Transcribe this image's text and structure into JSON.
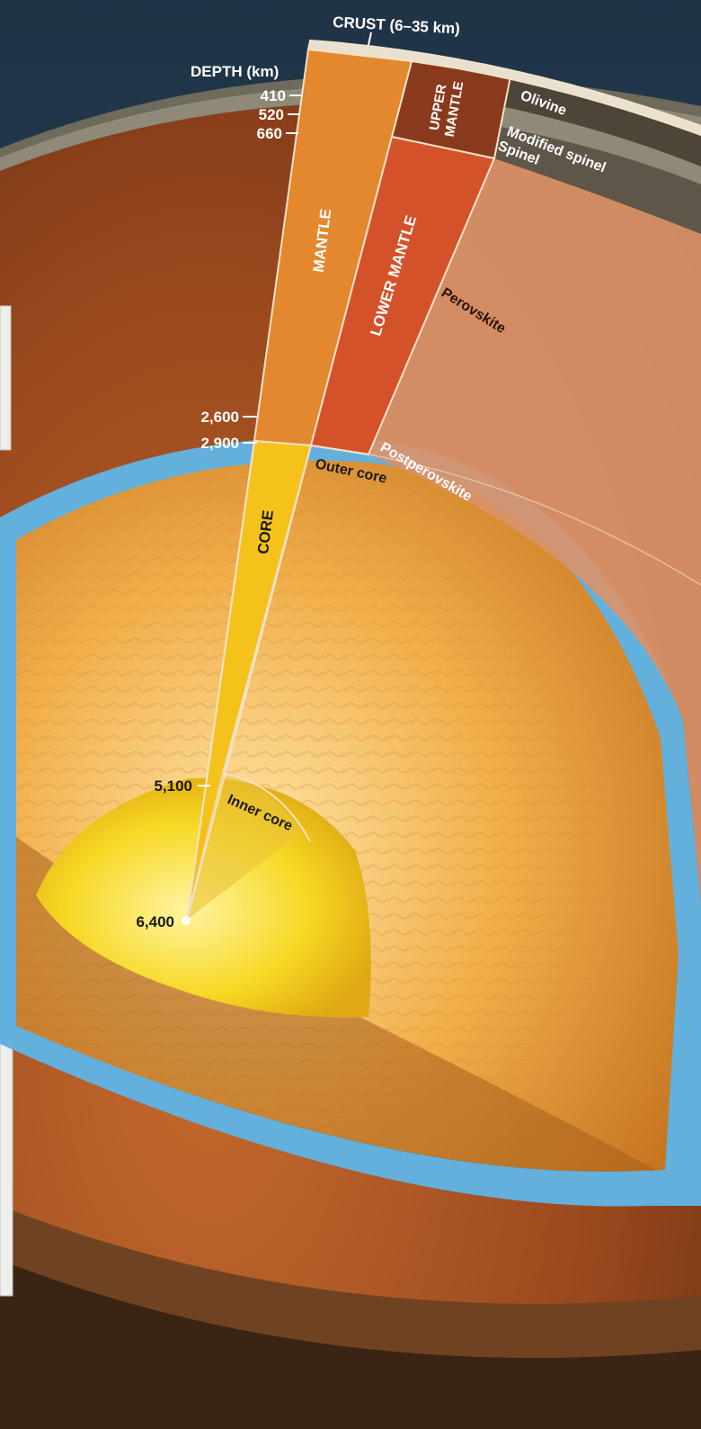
{
  "crust_label": "CRUST (6–35 km)",
  "depth_header": "DEPTH (km)",
  "depth_ticks": [
    "410",
    "520",
    "660",
    "2,600",
    "2,900",
    "5,100",
    "6,400"
  ],
  "wedges": {
    "mantle": "MANTLE",
    "upper_mantle_line1": "UPPER",
    "upper_mantle_line2": "MANTLE",
    "lower_mantle": "LOWER MANTLE",
    "core": "CORE"
  },
  "layers": {
    "olivine": "Olivine",
    "modified_spinel": "Modified spinel",
    "spinel": "Spinel",
    "perovskite": "Perovskite",
    "postperovskite": "Postperovskite",
    "outer_core": "Outer core",
    "inner_core": "Inner core"
  },
  "colors": {
    "crust": "#8f8a78",
    "upper_mantle": "#8a3a1c",
    "mantle_wedge": "#e3882e",
    "lower_mantle_wedge": "#d4522a",
    "perovskite_region": "#d9936a",
    "postperovskite": "#63b0dd",
    "outer_core": "#f0b24a",
    "core_wedge": "#f5c21c",
    "inner_core": "#f7d824"
  }
}
